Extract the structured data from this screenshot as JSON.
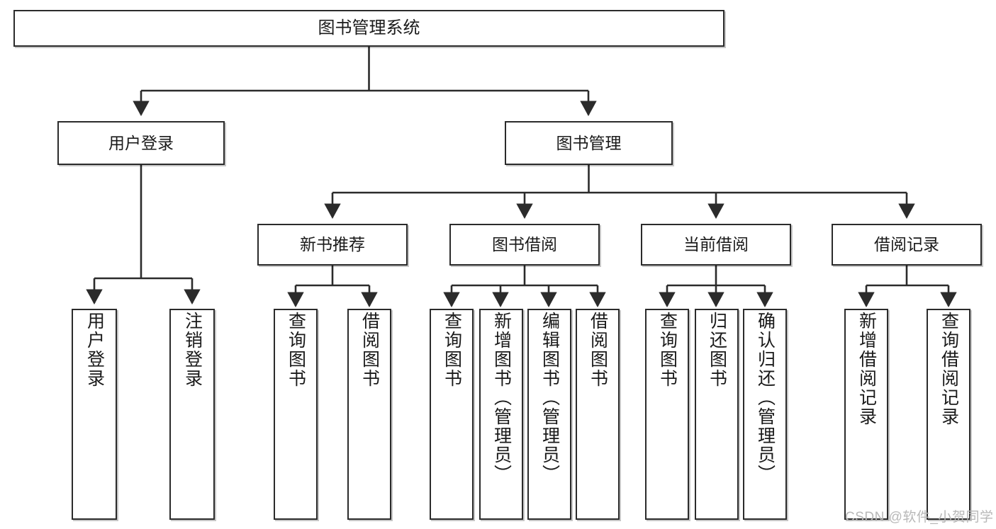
{
  "diagram": {
    "type": "tree",
    "title": "图书管理系统",
    "root": {
      "label": "图书管理系统"
    },
    "level2": [
      {
        "label": "用户登录"
      },
      {
        "label": "图书管理"
      }
    ],
    "level3": [
      {
        "label": "新书推荐"
      },
      {
        "label": "图书借阅"
      },
      {
        "label": "当前借阅"
      },
      {
        "label": "借阅记录"
      }
    ],
    "leaves": {
      "user_login": [
        {
          "label": "用户登录"
        },
        {
          "label": "注销登录"
        }
      ],
      "new_book_recommend": [
        {
          "label": "查询图书"
        },
        {
          "label": "借阅图书"
        }
      ],
      "book_borrow": [
        {
          "label": "查询图书"
        },
        {
          "label": "新增图书（管理员）"
        },
        {
          "label": "编辑图书（管理员）"
        },
        {
          "label": "借阅图书"
        }
      ],
      "current_borrow": [
        {
          "label": "查询图书"
        },
        {
          "label": "归还图书"
        },
        {
          "label": "确认归还（管理员）"
        }
      ],
      "borrow_record": [
        {
          "label": "新增借阅记录"
        },
        {
          "label": "查询借阅记录"
        }
      ]
    },
    "colors": {
      "stroke": "#2b2b2b",
      "fill": "#ffffff",
      "text": "#1a1a1a",
      "watermark": "#b8b8b8"
    }
  },
  "watermark": {
    "text": "CSDN @软件_小贺同学"
  }
}
